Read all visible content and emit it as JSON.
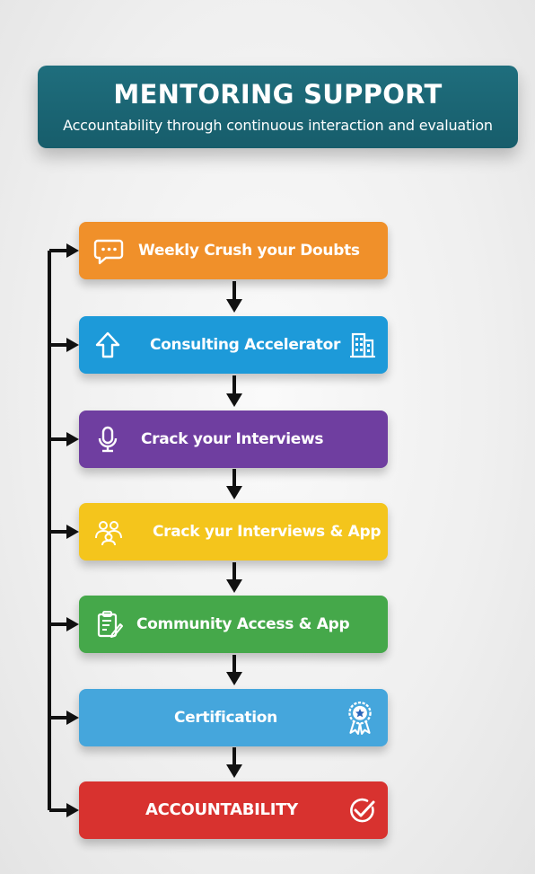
{
  "header": {
    "title": "MENTORING SUPPORT",
    "subtitle": "Accountability through continuous interaction and evaluation",
    "color": "#1b6674"
  },
  "steps": [
    {
      "label": "Weekly Crush your Doubts",
      "color": "#f0902a",
      "icon": "chat-bubble-icon"
    },
    {
      "label": "Consulting Accelerator",
      "color": "#1d9ad9",
      "icon": "arrow-up-icon",
      "right_icon": "building-icon"
    },
    {
      "label": "Crack your Interviews",
      "color": "#6f3ea0",
      "icon": "microphone-icon"
    },
    {
      "label": "Crack yur Interviews & App",
      "color": "#f4c51c",
      "icon": "people-group-icon"
    },
    {
      "label": "Community Access & App",
      "color": "#45a84a",
      "icon": "clipboard-icon"
    },
    {
      "label": "Certification",
      "color": "#45a6dc",
      "right_icon": "ribbon-award-icon"
    },
    {
      "label": "ACCOUNTABILITY",
      "color": "#d8322f",
      "right_icon": "check-circle-icon"
    }
  ]
}
